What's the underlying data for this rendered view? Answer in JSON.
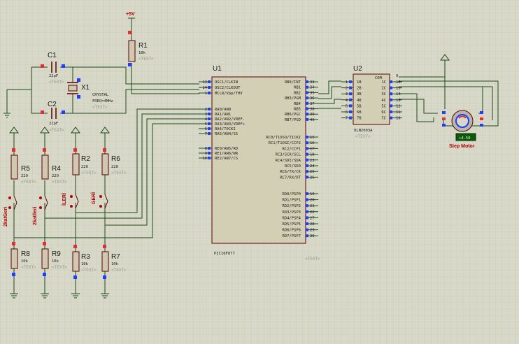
{
  "power": {
    "vcc_label": "+5V"
  },
  "resistors": {
    "r1": {
      "ref": "R1",
      "value": "10k",
      "text": "<TEXT>"
    },
    "r2": {
      "ref": "R2",
      "value": "220",
      "text": "<TEXT>"
    },
    "r3": {
      "ref": "R3",
      "value": "10k",
      "text": "<TEXT>"
    },
    "r4": {
      "ref": "R4",
      "value": "220",
      "text": "<TEXT>"
    },
    "r5": {
      "ref": "R5",
      "value": "220",
      "text": "<TEXT>"
    },
    "r6": {
      "ref": "R6",
      "value": "220",
      "text": "<TEXT>"
    },
    "r7": {
      "ref": "R7",
      "value": "10k",
      "text": "<TEXT>"
    },
    "r8": {
      "ref": "R8",
      "value": "10k",
      "text": "<TEXT>"
    },
    "r9": {
      "ref": "R9",
      "value": "10k",
      "text": "<TEXT>"
    }
  },
  "capacitors": {
    "c1": {
      "ref": "C1",
      "value": "22pF",
      "text": "<TEXT>"
    },
    "c2": {
      "ref": "C2",
      "value": "22pF",
      "text": "<TEXT>"
    }
  },
  "crystal": {
    "ref": "X1",
    "type": "CRYSTAL",
    "freq": "FREQ=4MHz",
    "text": "<TEXT>"
  },
  "switches": [
    "2katGeri",
    "2katİleri",
    "İLERİ",
    "GERİ"
  ],
  "u1": {
    "ref": "U1",
    "part": "PIC16F877",
    "text": "<TEXT>",
    "left_pins": [
      {
        "num": "13",
        "name": "OSC1/CLKIN"
      },
      {
        "num": "14",
        "name": "OSC2/CLKOUT"
      },
      {
        "num": "1",
        "name": "MCLR/Vpp/THV"
      },
      {
        "num": "2",
        "name": "RA0/AN0"
      },
      {
        "num": "3",
        "name": "RA1/AN1"
      },
      {
        "num": "4",
        "name": "RA2/AN2/VREF-"
      },
      {
        "num": "5",
        "name": "RA3/AN3/VREF+"
      },
      {
        "num": "6",
        "name": "RA4/T0CKI"
      },
      {
        "num": "7",
        "name": "RA5/AN4/SS"
      },
      {
        "num": "8",
        "name": "RE0/AN5/RD"
      },
      {
        "num": "9",
        "name": "RE1/AN6/WR"
      },
      {
        "num": "10",
        "name": "RE2/AN7/CS"
      }
    ],
    "right_pins": [
      {
        "num": "33",
        "name": "RB0/INT"
      },
      {
        "num": "34",
        "name": "RB1"
      },
      {
        "num": "35",
        "name": "RB2"
      },
      {
        "num": "36",
        "name": "RB3/PGM"
      },
      {
        "num": "37",
        "name": "RB4"
      },
      {
        "num": "38",
        "name": "RB5"
      },
      {
        "num": "39",
        "name": "RB6/PGC"
      },
      {
        "num": "40",
        "name": "RB7/PGD"
      },
      {
        "num": "15",
        "name": "RC0/T1OSO/T1CKI"
      },
      {
        "num": "16",
        "name": "RC1/T1OSI/CCP2"
      },
      {
        "num": "17",
        "name": "RC2/CCP1"
      },
      {
        "num": "18",
        "name": "RC3/SCK/SCL"
      },
      {
        "num": "23",
        "name": "RC4/SDI/SDA"
      },
      {
        "num": "24",
        "name": "RC5/SDO"
      },
      {
        "num": "25",
        "name": "RC6/TX/CK"
      },
      {
        "num": "26",
        "name": "RC7/RX/DT"
      },
      {
        "num": "19",
        "name": "RD0/PSP0"
      },
      {
        "num": "20",
        "name": "RD1/PSP1"
      },
      {
        "num": "21",
        "name": "RD2/PSP2"
      },
      {
        "num": "22",
        "name": "RD3/PSP3"
      },
      {
        "num": "27",
        "name": "RD4/PSP4"
      },
      {
        "num": "28",
        "name": "RD5/PSP5"
      },
      {
        "num": "29",
        "name": "RD6/PSP6"
      },
      {
        "num": "30",
        "name": "RD7/PSP7"
      }
    ]
  },
  "u2": {
    "ref": "U2",
    "part": "ULN2003A",
    "text": "<TEXT>",
    "com_label": "COM",
    "com_pin": "9",
    "left_pins": [
      {
        "num": "1",
        "name": "1B"
      },
      {
        "num": "2",
        "name": "2B"
      },
      {
        "num": "3",
        "name": "3B"
      },
      {
        "num": "4",
        "name": "4B"
      },
      {
        "num": "5",
        "name": "5B"
      },
      {
        "num": "6",
        "name": "6B"
      },
      {
        "num": "7",
        "name": "7B"
      }
    ],
    "right_pins": [
      {
        "num": "16",
        "name": "1C"
      },
      {
        "num": "15",
        "name": "2C"
      },
      {
        "num": "14",
        "name": "3C"
      },
      {
        "num": "13",
        "name": "4C"
      },
      {
        "num": "12",
        "name": "5C"
      },
      {
        "num": "11",
        "name": "6C"
      },
      {
        "num": "10",
        "name": "7C"
      }
    ]
  },
  "motor": {
    "label": "Step Motor",
    "readout": "+4.50"
  },
  "colors": {
    "background": "#d8d8c8",
    "grid": "#c4c4b2",
    "wire": "#1c4a1c",
    "component": "#5a0000",
    "accent_red": "#b00000",
    "pin_blue": "#1f3cff",
    "pin_red": "#e23030"
  }
}
